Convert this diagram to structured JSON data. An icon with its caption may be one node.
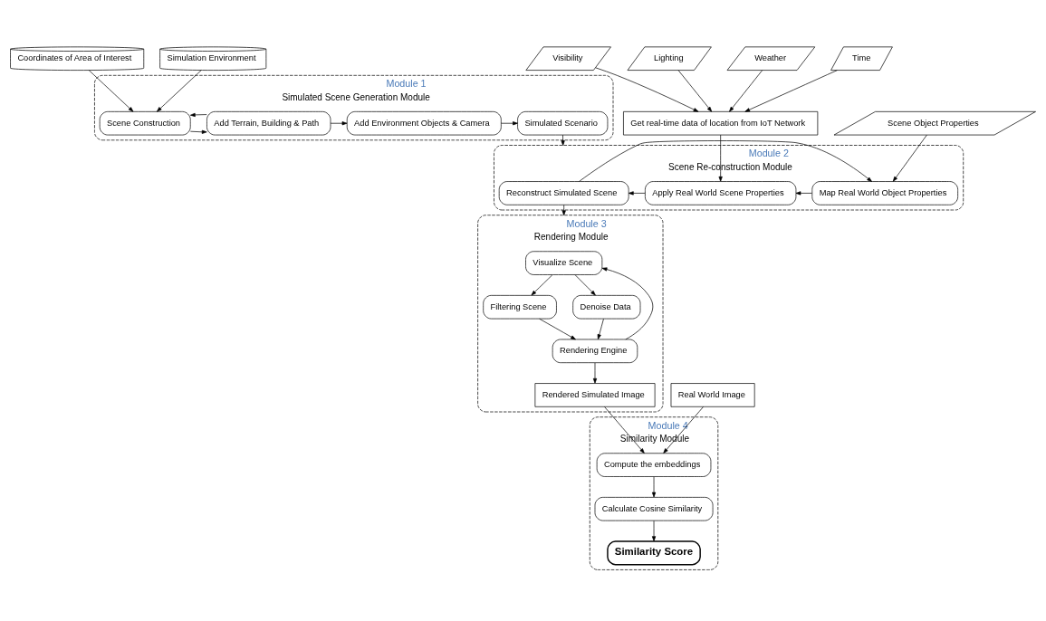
{
  "diagram": {
    "nodes": [
      {
        "text": [
          "Coordinates of Area of Interest"
        ]
      },
      {
        "text": [
          "Simulation Environment"
        ]
      },
      {
        "text": [
          "Module 1",
          "Simulated Scene Generation Module"
        ]
      },
      {
        "text": [
          "Scene Construction"
        ],
        "in": 2
      },
      {
        "text": [
          "Add Terrain, Building & Path"
        ],
        "in": 2
      },
      {
        "text": [
          "Add Environment Objects & Camera"
        ],
        "in": 2
      },
      {
        "text": [
          "Simulated Scenario"
        ],
        "in": 2
      },
      {
        "text": [
          "Visibility"
        ]
      },
      {
        "text": [
          "Lighting"
        ]
      },
      {
        "text": [
          "Weather"
        ]
      },
      {
        "text": [
          "Time"
        ]
      },
      {
        "text": [
          "Get real-time data of location from IoT Network"
        ]
      },
      {
        "text": [
          "Scene Object Properties"
        ]
      },
      {
        "text": [
          "Module 2",
          "Scene Re-construction Module"
        ]
      },
      {
        "text": [
          "Reconstruct Simulated Scene"
        ],
        "in": 13
      },
      {
        "text": [
          "Map Real World Object Properties"
        ],
        "in": 13
      },
      {
        "text": [
          "Apply Real World Scene Properties"
        ],
        "in": 13
      },
      {
        "text": [
          "Module 3",
          "Rendering Module"
        ]
      },
      {
        "text": [
          "Visualize Scene"
        ],
        "in": 17
      },
      {
        "text": [
          "Denoise Data"
        ],
        "in": 17
      },
      {
        "text": [
          "Filtering Scene"
        ],
        "in": 17
      },
      {
        "text": [
          "Rendering Engine"
        ],
        "in": 17
      },
      {
        "text": [
          "Rendered Simulated Image"
        ],
        "in": 17
      },
      {
        "text": [
          "Module 4",
          "Similarity Module"
        ]
      },
      {
        "text": [
          "Compute the embeddings"
        ],
        "in": 23
      },
      {
        "text": [
          "Calculate Cosine Similarity"
        ],
        "in": 23
      },
      {
        "text": [
          "Similarity Score"
        ],
        "in": 23
      },
      {
        "text": [
          "Real World Image"
        ]
      }
    ],
    "edges": [
      {
        "from": 0,
        "to": 3,
        "arrow": "to"
      },
      {
        "from": 1,
        "to": 3,
        "arrow": "to"
      },
      {
        "from": 3,
        "to": 4,
        "arrow": "to"
      },
      {
        "from": 4,
        "to": 3,
        "arrow": "to"
      },
      {
        "from": 4,
        "to": 5,
        "arrow": "to"
      },
      {
        "from": 5,
        "to": 6,
        "arrow": "to"
      },
      {
        "from": 6,
        "to": 13,
        "arrow": "to"
      },
      {
        "from": 7,
        "to": 11,
        "arrow": "to"
      },
      {
        "from": 8,
        "to": 11,
        "arrow": "to"
      },
      {
        "from": 9,
        "to": 11,
        "arrow": "to"
      },
      {
        "from": 10,
        "to": 11,
        "arrow": "to"
      },
      {
        "from": 14,
        "to": 15,
        "arrow": "to"
      },
      {
        "from": 15,
        "to": 16,
        "arrow": "to"
      },
      {
        "from": 16,
        "to": 14,
        "arrow": "to"
      },
      {
        "from": 12,
        "to": 15,
        "arrow": "to"
      },
      {
        "from": 11,
        "to": 16,
        "arrow": "to"
      },
      {
        "from": 14,
        "to": 17,
        "arrow": "to"
      },
      {
        "from": 18,
        "to": 19,
        "arrow": "to"
      },
      {
        "from": 18,
        "to": 20,
        "arrow": "to"
      },
      {
        "from": 19,
        "to": 21,
        "arrow": "to"
      },
      {
        "from": 20,
        "to": 21,
        "arrow": "to"
      },
      {
        "from": 21,
        "to": 22,
        "arrow": "to"
      },
      {
        "from": 21,
        "to": 18,
        "arrow": "to"
      },
      {
        "from": 22,
        "to": 24,
        "arrow": "to"
      },
      {
        "from": 27,
        "to": 24,
        "arrow": "to"
      },
      {
        "from": 24,
        "to": 25,
        "arrow": "to"
      },
      {
        "from": 25,
        "to": 26,
        "arrow": "to"
      }
    ]
  }
}
